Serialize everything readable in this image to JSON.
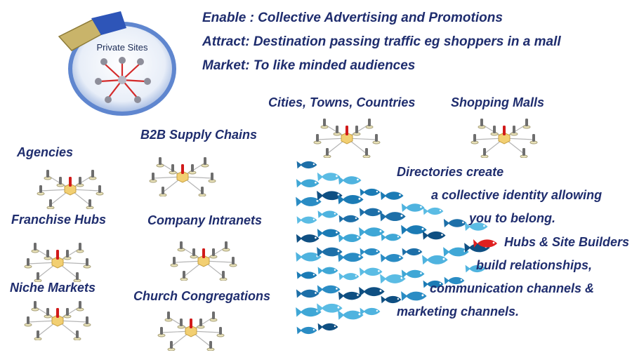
{
  "logo": {
    "title": "Private Sites"
  },
  "header": {
    "line1": "Enable : Collective Advertising and Promotions",
    "line2": "Attract: Destination passing traffic eg shoppers in a mall",
    "line3": "Market: To like minded audiences"
  },
  "labels": {
    "cities": "Cities, Towns, Countries",
    "malls": "Shopping Malls",
    "b2b": "B2B Supply Chains",
    "agencies": "Agencies",
    "franchise": "Franchise Hubs",
    "intranets": "Company Intranets",
    "niche": "Niche Markets",
    "church": "Church Congregations"
  },
  "fish_text": {
    "line1": "Directories create",
    "line2": "a collective identity allowing",
    "line3": "you to belong.",
    "line4": "Hubs & Site Builders",
    "line5": "build relationships,",
    "line6": "communication channels &",
    "line7": "marketing channels."
  },
  "colors": {
    "text": "#1f2d6e",
    "fish_light": "#3fa7d6",
    "fish_dark": "#0f4f82",
    "leader_fish": "#e02020"
  }
}
